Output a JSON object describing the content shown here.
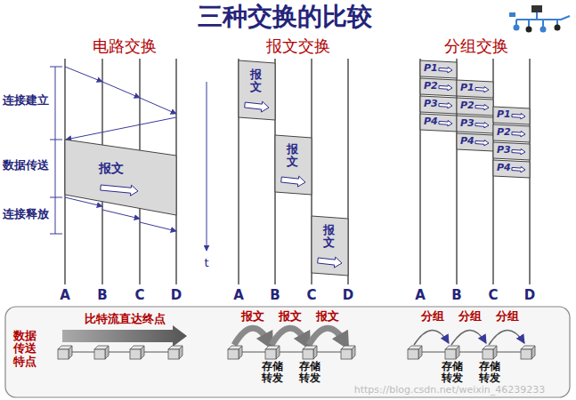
{
  "diagram": {
    "title": "三种交换的比较",
    "nodes": [
      {
        "text": [
          "报文"
        ]
      },
      {
        "text": [
          "报文"
        ]
      },
      {
        "text": [
          "报文"
        ]
      },
      {
        "text": [
          "报文"
        ]
      },
      {
        "text": [
          "P1"
        ]
      },
      {
        "text": [
          "P2"
        ]
      },
      {
        "text": [
          "P3"
        ]
      },
      {
        "text": [
          "P4"
        ]
      },
      {
        "text": [
          "P1"
        ]
      },
      {
        "text": [
          "P2"
        ]
      },
      {
        "text": [
          "P3"
        ]
      },
      {
        "text": [
          "P4"
        ]
      },
      {
        "text": [
          "P1"
        ]
      },
      {
        "text": [
          "P2"
        ]
      },
      {
        "text": [
          "P3"
        ]
      },
      {
        "text": [
          "P4"
        ]
      }
    ],
    "labels": [
      "电路交换",
      "报文交换",
      "分组交换",
      "连接建立",
      "数据传送",
      "连接释放",
      "t",
      "A",
      "B",
      "C",
      "D",
      "A",
      "B",
      "C",
      "D",
      "A",
      "B",
      "C",
      "D",
      "数据传送特点",
      "比特流直达终点",
      "报文",
      "报文",
      "报文",
      "存储转发",
      "存储转发",
      "分组",
      "分组",
      "分组",
      "存储转发",
      "存储转发",
      "https://blog.csdn.net/weixin_46239233"
    ]
  }
}
